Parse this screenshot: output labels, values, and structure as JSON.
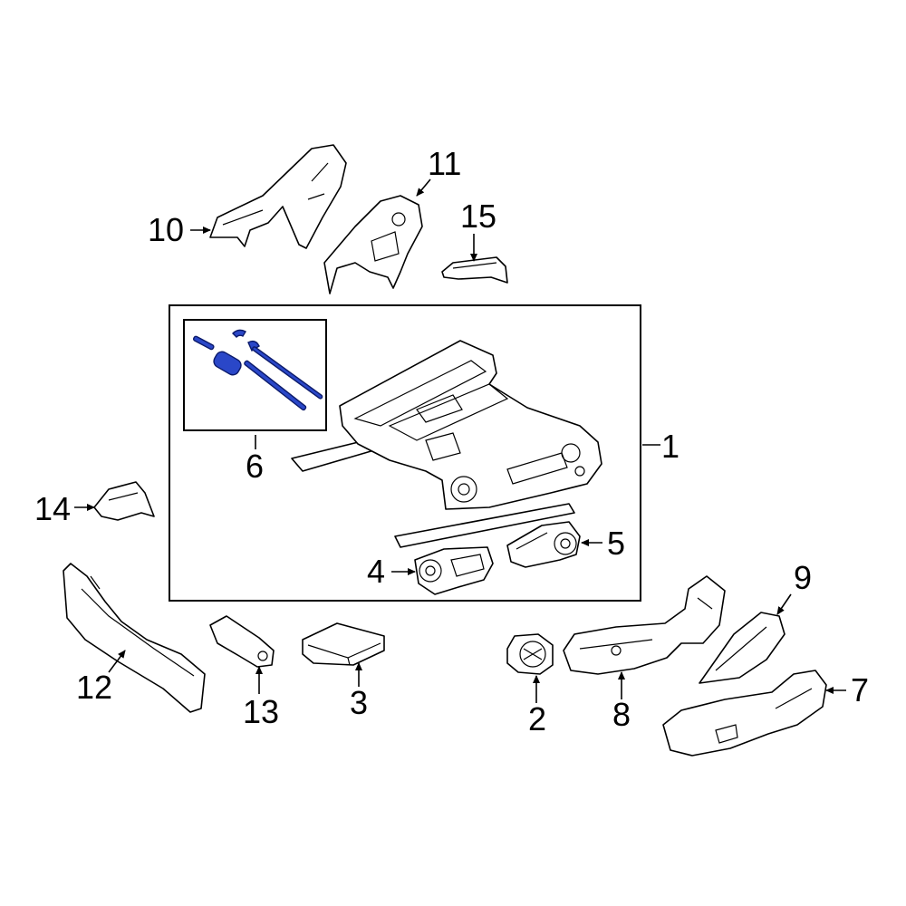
{
  "callouts": {
    "c1": "1",
    "c2": "2",
    "c3": "3",
    "c4": "4",
    "c5": "5",
    "c6": "6",
    "c7": "7",
    "c8": "8",
    "c9": "9",
    "c10": "10",
    "c11": "11",
    "c12": "12",
    "c13": "13",
    "c14": "14",
    "c15": "15"
  },
  "colors": {
    "highlight": "#2a47c8",
    "line": "#000000",
    "background": "#ffffff"
  }
}
